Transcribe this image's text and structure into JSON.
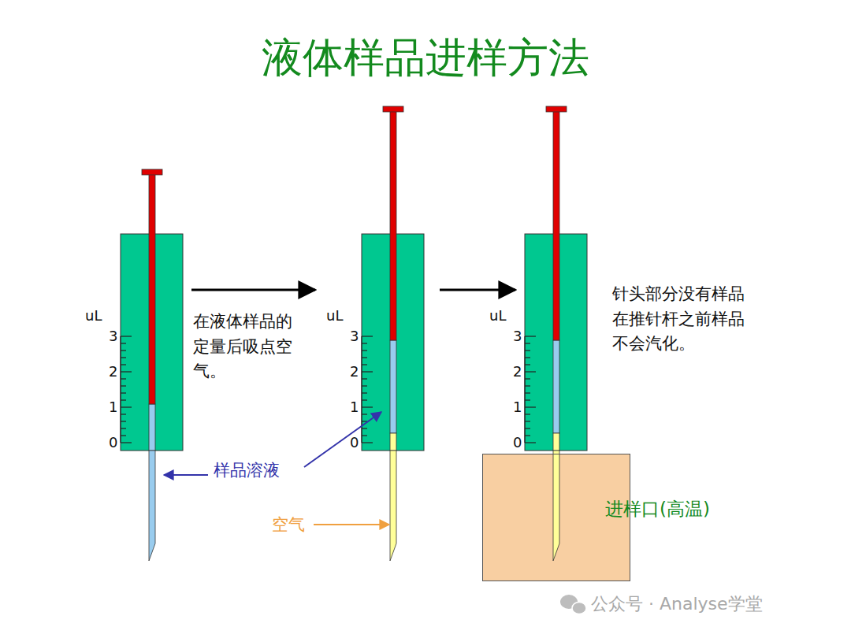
{
  "diagram": {
    "title": "液体样品进样方法",
    "nodes": [
      {
        "text": [
          "进样口(高温)"
        ]
      }
    ],
    "labels": [
      "uL",
      "3",
      "2",
      "1",
      "0",
      "在液体样品的定量后吸点空气。",
      "uL",
      "3",
      "2",
      "1",
      "0",
      "uL",
      "3",
      "2",
      "1",
      "0",
      "针头部分没有样品在推针杆之前样品不会汽化。",
      "样品溶液",
      "空气",
      "公众号 · Analyse学堂"
    ]
  }
}
